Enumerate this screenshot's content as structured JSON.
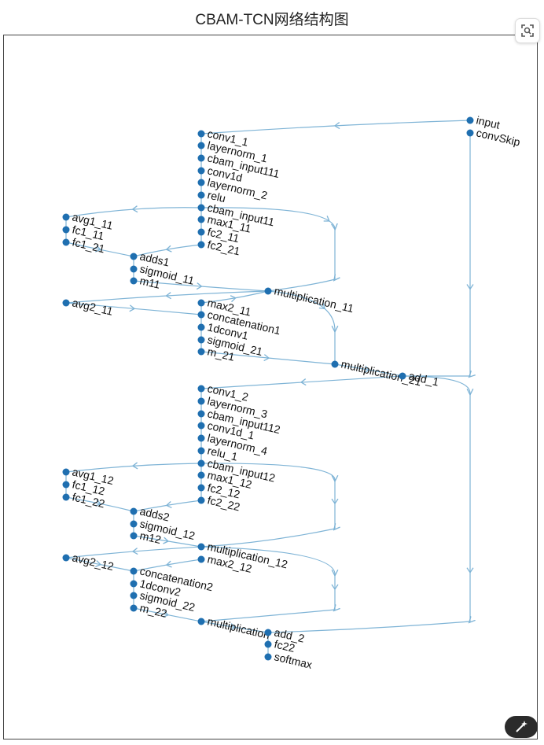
{
  "title": "CBAM-TCN网络结构图",
  "colors": {
    "node": "#1f6fb0",
    "edge": "#7fb4d6"
  },
  "icons": {
    "zoom": "zoom-icon",
    "magic": "magic-wand-icon"
  },
  "nodes": [
    {
      "id": "input",
      "label": "input"
    },
    {
      "id": "convSkip",
      "label": "convSkip"
    },
    {
      "id": "conv1_1",
      "label": "conv1_1"
    },
    {
      "id": "layernorm_1",
      "label": "layernorm_1"
    },
    {
      "id": "cbam_input111",
      "label": "cbam_input111"
    },
    {
      "id": "conv1d",
      "label": "conv1d"
    },
    {
      "id": "layernorm_2",
      "label": "layernorm_2"
    },
    {
      "id": "relu",
      "label": "relu"
    },
    {
      "id": "cbam_input11",
      "label": "cbam_input11"
    },
    {
      "id": "max1_11",
      "label": "max1_11"
    },
    {
      "id": "fc2_11",
      "label": "fc2_11"
    },
    {
      "id": "fc2_21",
      "label": "fc2_21"
    },
    {
      "id": "avg1_11",
      "label": "avg1_11"
    },
    {
      "id": "fc1_11",
      "label": "fc1_11"
    },
    {
      "id": "fc1_21",
      "label": "fc1_21"
    },
    {
      "id": "adds1",
      "label": "adds1"
    },
    {
      "id": "sigmoid_11",
      "label": "sigmoid_11"
    },
    {
      "id": "m11",
      "label": "m11"
    },
    {
      "id": "multiplication_11",
      "label": "multiplication_11"
    },
    {
      "id": "avg2_11",
      "label": "avg2_11"
    },
    {
      "id": "max2_11",
      "label": "max2_11"
    },
    {
      "id": "concatenation1",
      "label": "concatenation1"
    },
    {
      "id": "1dconv1",
      "label": "1dconv1"
    },
    {
      "id": "sigmoid_21",
      "label": "sigmoid_21"
    },
    {
      "id": "m_21",
      "label": "m_21"
    },
    {
      "id": "multiplication_21",
      "label": "multiplication_21"
    },
    {
      "id": "add_1",
      "label": "add_1"
    },
    {
      "id": "conv1_2",
      "label": "conv1_2"
    },
    {
      "id": "layernorm_3",
      "label": "layernorm_3"
    },
    {
      "id": "cbam_input112",
      "label": "cbam_input112"
    },
    {
      "id": "conv1d_1",
      "label": "conv1d_1"
    },
    {
      "id": "layernorm_4",
      "label": "layernorm_4"
    },
    {
      "id": "relu_1",
      "label": "relu_1"
    },
    {
      "id": "cbam_input12",
      "label": "cbam_input12"
    },
    {
      "id": "max1_12",
      "label": "max1_12"
    },
    {
      "id": "fc2_12",
      "label": "fc2_12"
    },
    {
      "id": "fc2_22",
      "label": "fc2_22"
    },
    {
      "id": "avg1_12",
      "label": "avg1_12"
    },
    {
      "id": "fc1_12",
      "label": "fc1_12"
    },
    {
      "id": "fc1_22",
      "label": "fc1_22"
    },
    {
      "id": "adds2",
      "label": "adds2"
    },
    {
      "id": "sigmoid_12",
      "label": "sigmoid_12"
    },
    {
      "id": "m12",
      "label": "m12"
    },
    {
      "id": "multiplication_12",
      "label": "multiplication_12"
    },
    {
      "id": "max2_12",
      "label": "max2_12"
    },
    {
      "id": "avg2_12",
      "label": "avg2_12"
    },
    {
      "id": "concatenation2",
      "label": "concatenation2"
    },
    {
      "id": "1dconv2",
      "label": "1dconv2"
    },
    {
      "id": "sigmoid_22",
      "label": "sigmoid_22"
    },
    {
      "id": "m_22",
      "label": "m_22"
    },
    {
      "id": "multiplication",
      "label": "multiplication"
    },
    {
      "id": "add_2",
      "label": "add_2"
    },
    {
      "id": "fc22",
      "label": "fc22"
    },
    {
      "id": "softmax",
      "label": "softmax"
    }
  ]
}
